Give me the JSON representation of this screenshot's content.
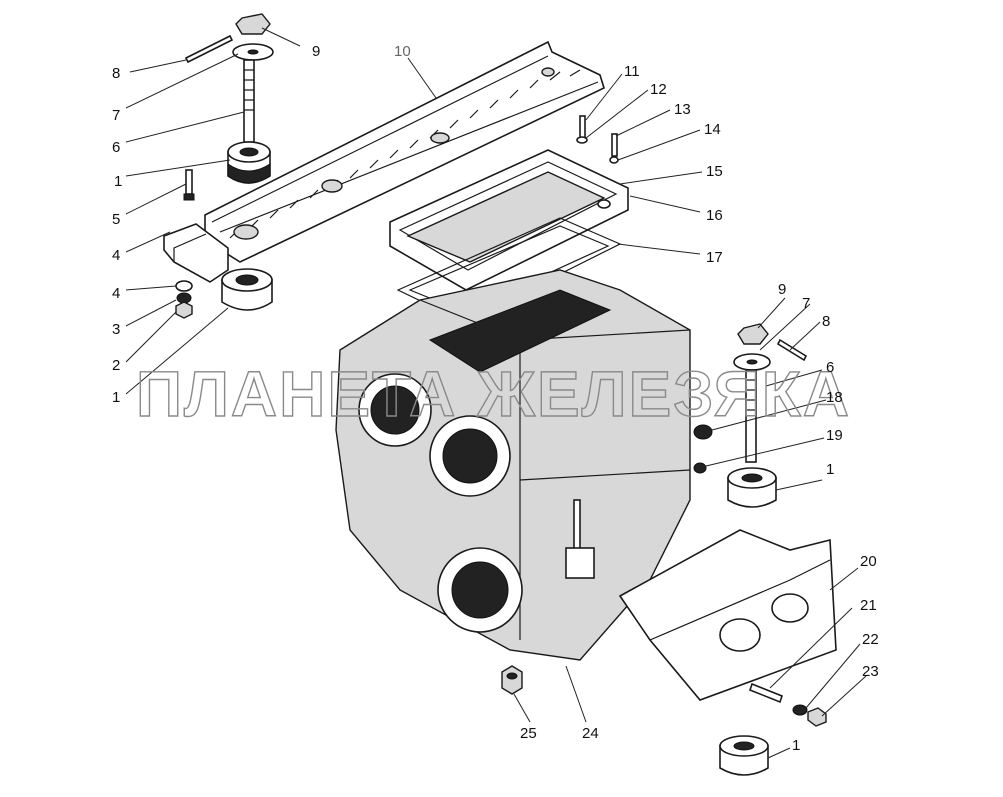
{
  "watermark": "ПЛАНЕТА ЖЕЛЕЗЯКА",
  "callouts": [
    {
      "id": "c8a",
      "label": "8"
    },
    {
      "id": "c9a",
      "label": "9"
    },
    {
      "id": "c10",
      "label": "10"
    },
    {
      "id": "c7a",
      "label": "7"
    },
    {
      "id": "c6a",
      "label": "6"
    },
    {
      "id": "c1a",
      "label": "1"
    },
    {
      "id": "c5",
      "label": "5"
    },
    {
      "id": "c4a",
      "label": "4"
    },
    {
      "id": "c4b",
      "label": "4"
    },
    {
      "id": "c3",
      "label": "3"
    },
    {
      "id": "c2",
      "label": "2"
    },
    {
      "id": "c1b",
      "label": "1"
    },
    {
      "id": "c11",
      "label": "11"
    },
    {
      "id": "c12",
      "label": "12"
    },
    {
      "id": "c13",
      "label": "13"
    },
    {
      "id": "c14",
      "label": "14"
    },
    {
      "id": "c15",
      "label": "15"
    },
    {
      "id": "c16",
      "label": "16"
    },
    {
      "id": "c17",
      "label": "17"
    },
    {
      "id": "c9b",
      "label": "9"
    },
    {
      "id": "c7b",
      "label": "7"
    },
    {
      "id": "c8b",
      "label": "8"
    },
    {
      "id": "c6b",
      "label": "6"
    },
    {
      "id": "c18",
      "label": "18"
    },
    {
      "id": "c19",
      "label": "19"
    },
    {
      "id": "c1c",
      "label": "1"
    },
    {
      "id": "c20",
      "label": "20"
    },
    {
      "id": "c21",
      "label": "21"
    },
    {
      "id": "c22",
      "label": "22"
    },
    {
      "id": "c23",
      "label": "23"
    },
    {
      "id": "c25",
      "label": "25"
    },
    {
      "id": "c24",
      "label": "24"
    },
    {
      "id": "c1d",
      "label": "1"
    }
  ]
}
